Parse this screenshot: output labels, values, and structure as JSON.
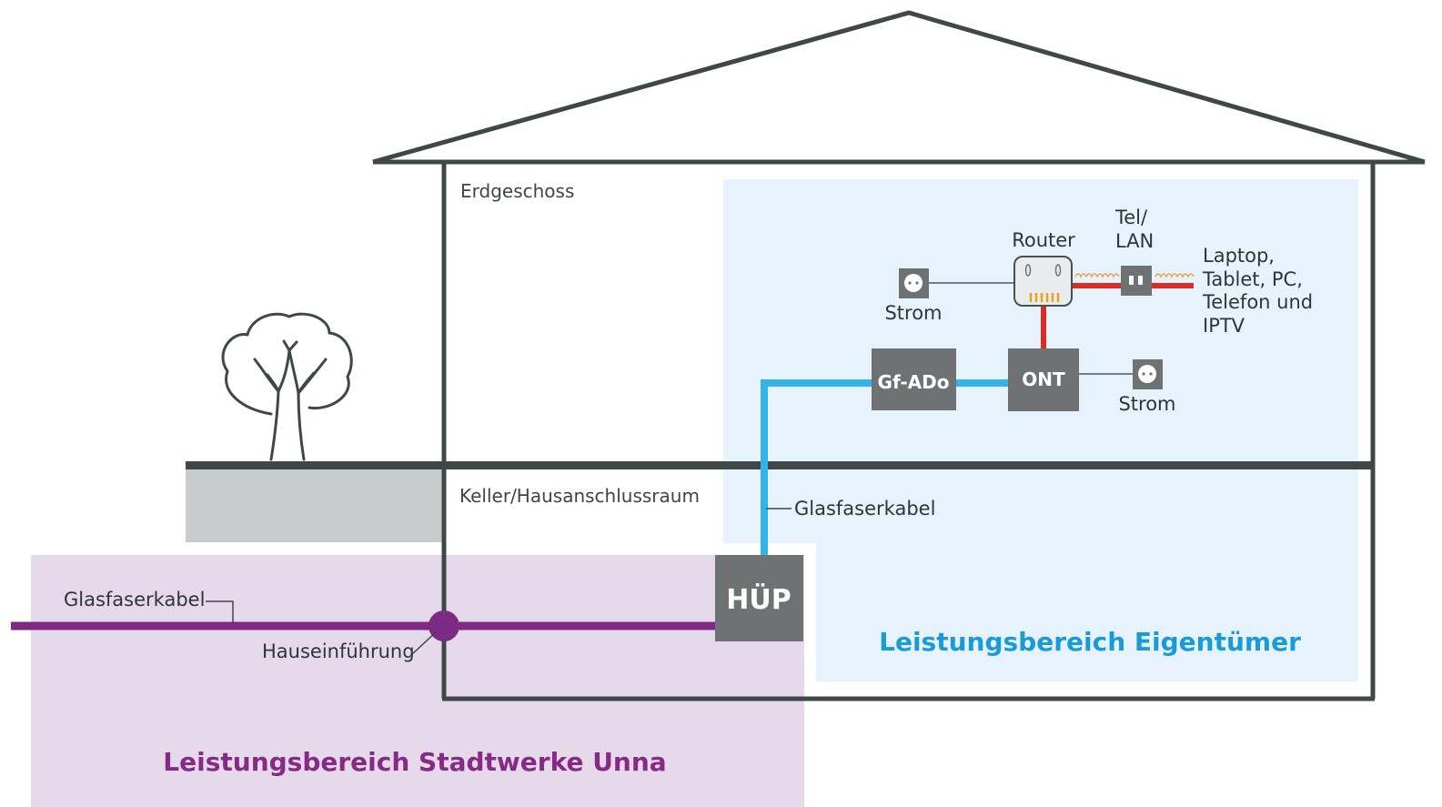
{
  "colors": {
    "owner_zone": "#e6f3fc",
    "provider_zone": "#e6d9ea",
    "ground": "#c9cccc",
    "house_line": "#3f4747",
    "fiber_blue": "#33b4e8",
    "fiber_purple": "#7d2a85",
    "lan_red": "#e02b24",
    "box_gray": "#6e7272",
    "owner_text": "#1a9ad6",
    "provider_text": "#862a86"
  },
  "rooms": {
    "ground_floor": "Erdgeschoss",
    "basement": "Keller/Hausanschlussraum"
  },
  "devices": {
    "router": "Router",
    "tel_lan_line1": "Tel/",
    "tel_lan_line2": "LAN",
    "devices_line1": "Laptop,",
    "devices_line2": "Tablet, PC,",
    "devices_line3": "Telefon und",
    "devices_line4": "IPTV",
    "power_router": "Strom",
    "power_ont": "Strom",
    "gf_ado": "Gf-ADo",
    "ont": "ONT",
    "hup": "HÜP"
  },
  "cables": {
    "fiber_inside": "Glasfaserkabel",
    "fiber_outside": "Glasfaserkabel",
    "house_entry": "Hauseinführung"
  },
  "zones": {
    "owner": "Leistungsbereich Eigentümer",
    "provider": "Leistungsbereich Stadtwerke Unna"
  },
  "icons": {
    "tree": "tree-icon",
    "socket": "power-socket-icon",
    "router": "router-icon",
    "lan_socket": "lan-socket-icon"
  }
}
